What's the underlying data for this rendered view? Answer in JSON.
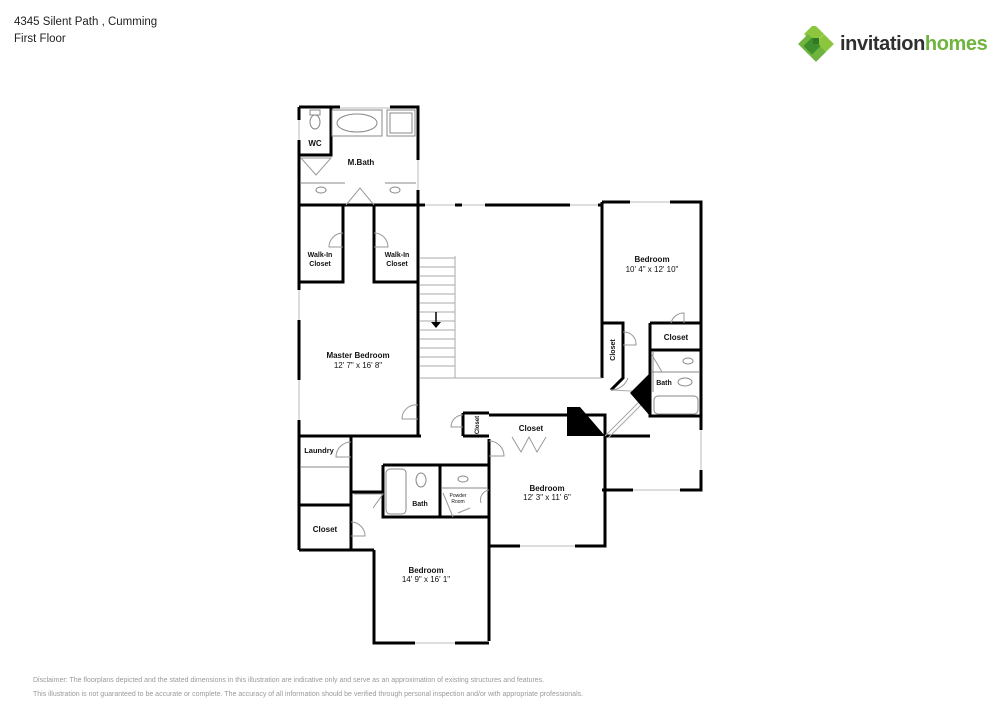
{
  "header": {
    "address": "4345 Silent Path , Cumming",
    "floor": "First Floor"
  },
  "logo": {
    "word1": "invitation",
    "word2": "homes",
    "colors": {
      "dark": "#2f2f2f",
      "green": "#6fb43f",
      "green_dark": "#3e8e2b",
      "green_light": "#8cc63f"
    }
  },
  "rooms": {
    "wc": {
      "name": "WC"
    },
    "mbath": {
      "name": "M.Bath"
    },
    "walkin1": {
      "name1": "Walk-In",
      "name2": "Closet"
    },
    "walkin2": {
      "name1": "Walk-In",
      "name2": "Closet"
    },
    "master": {
      "name": "Master Bedroom",
      "dims": "12' 7\" x 16' 8\""
    },
    "bed_ne": {
      "name": "Bedroom",
      "dims": "10' 4\" x 12' 10\""
    },
    "closet_ne_v": {
      "name": "Closet"
    },
    "closet_ne": {
      "name": "Closet"
    },
    "bath_ne": {
      "name": "Bath"
    },
    "closet_small": {
      "name": "Closet"
    },
    "closet_mid": {
      "name": "Closet"
    },
    "laundry": {
      "name": "Laundry"
    },
    "closet_sw": {
      "name": "Closet"
    },
    "bath_mid": {
      "name": "Bath"
    },
    "powder": {
      "name1": "Powder",
      "name2": "Room"
    },
    "bed_mid": {
      "name": "Bedroom",
      "dims": "12' 3\" x 11' 6\""
    },
    "bed_s": {
      "name": "Bedroom",
      "dims": "14' 9\" x 16' 1\""
    }
  },
  "disclaimer": {
    "line1": "Disclaimer: The floorplans depicted and the stated dimensions in this illustration are indicative only and serve as an approximation of existing structures and features.",
    "line2": "This illustration is not guaranteed to be accurate or complete. The accuracy of all information should be verified through personal inspection and/or with appropriate professionals."
  }
}
